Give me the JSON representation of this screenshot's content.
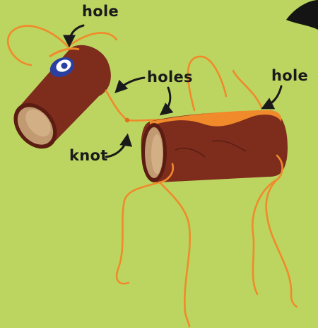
{
  "labels": {
    "hole_top": "hole",
    "holes": "holes",
    "hole_right": "hole",
    "knot": "knot"
  },
  "colors": {
    "background": "#bcd561",
    "tube_brown": "#7e2d1d",
    "tube_brown_dark": "#5b1d12",
    "cardboard_inner": "#c29a72",
    "yarn_orange": "#f08a2a",
    "eye_blue": "#2b3fa0",
    "label_text": "#1a1a1a"
  }
}
